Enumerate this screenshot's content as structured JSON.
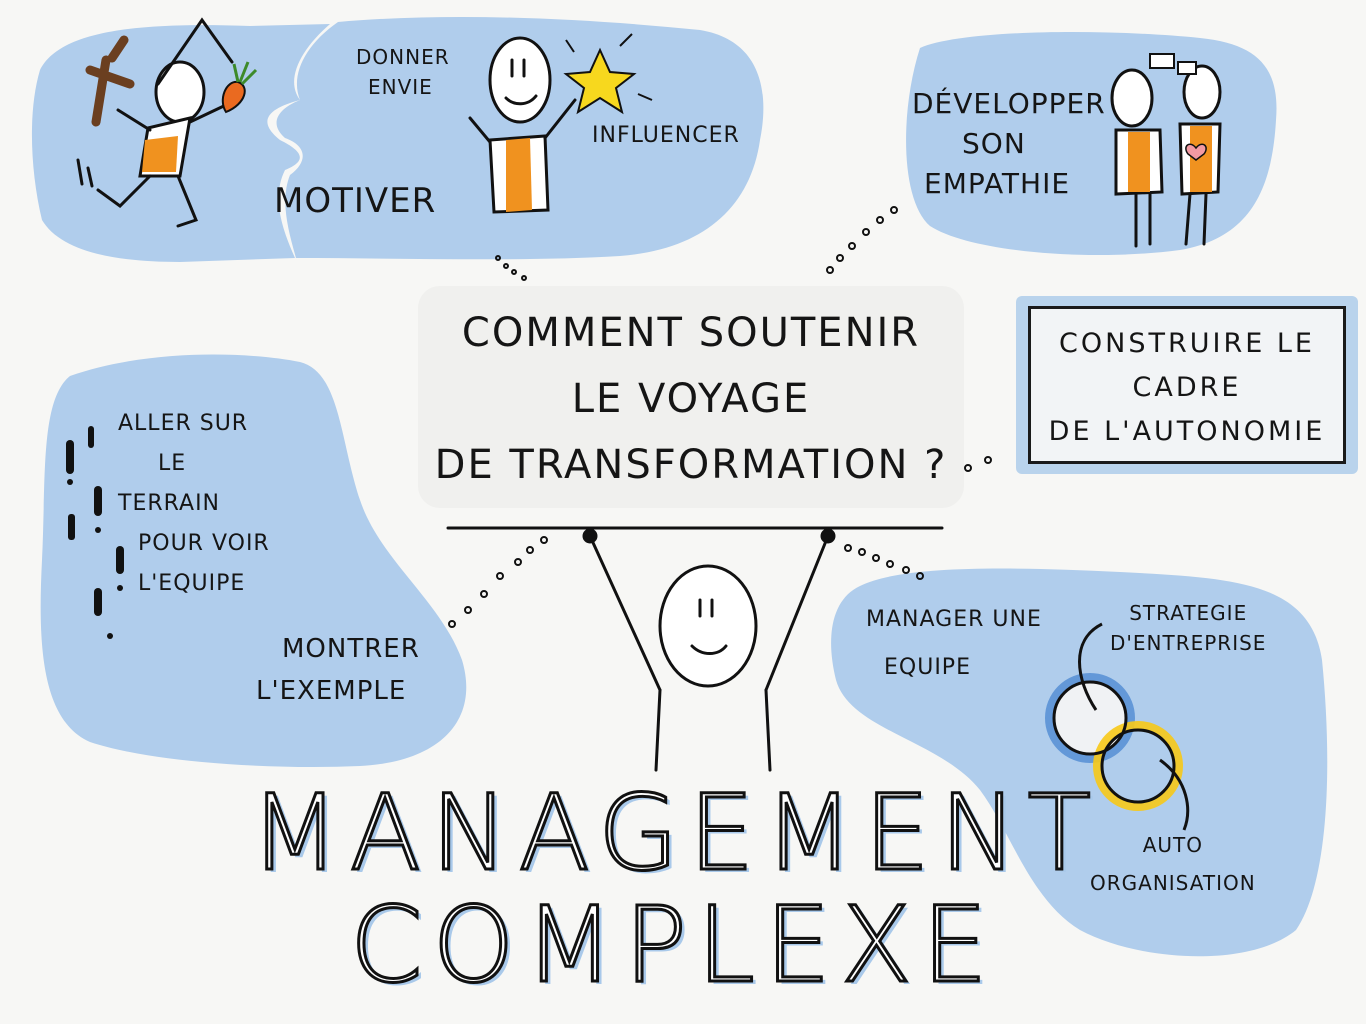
{
  "center": {
    "line1": "COMMENT SOUTENIR",
    "line2": "LE VOYAGE",
    "line3": "DE TRANSFORMATION ?"
  },
  "top_left": {
    "motiver": "MOTIVER",
    "donner_envie_1": "DONNER",
    "donner_envie_2": "ENVIE",
    "influencer": "INFLUENCER"
  },
  "top_right": {
    "line1": "DÉVELOPPER",
    "line2": "SON",
    "line3": "EMPATHIE"
  },
  "frame": {
    "line1": "CONSTRUIRE LE",
    "line2": "CADRE",
    "line3": "DE L'AUTONOMIE"
  },
  "left": {
    "line1": "ALLER SUR",
    "line2": "LE",
    "line3": "TERRAIN",
    "line4": "POUR VOIR",
    "line5": "L'EQUIPE",
    "montrer1": "MONTRER",
    "montrer2": "L'EXEMPLE"
  },
  "right": {
    "manager1": "MANAGER UNE",
    "manager2": "EQUIPE",
    "strategie1": "STRATEGIE",
    "strategie2": "D'ENTREPRISE",
    "auto1": "AUTO",
    "auto2": "ORGANISATION"
  },
  "title": {
    "line1": "MANAGEMENT",
    "line2": "COMPLEXE"
  },
  "colors": {
    "blob": "#a9c9ea",
    "orange": "#f0921f",
    "yellow": "#f7c918",
    "ink": "#111111"
  },
  "icons": {
    "carrot": "carrot-icon",
    "star": "star-icon",
    "heart": "heart-icon",
    "speech": "speech-bubbles-icon",
    "venn": "venn-diagram-icon"
  }
}
